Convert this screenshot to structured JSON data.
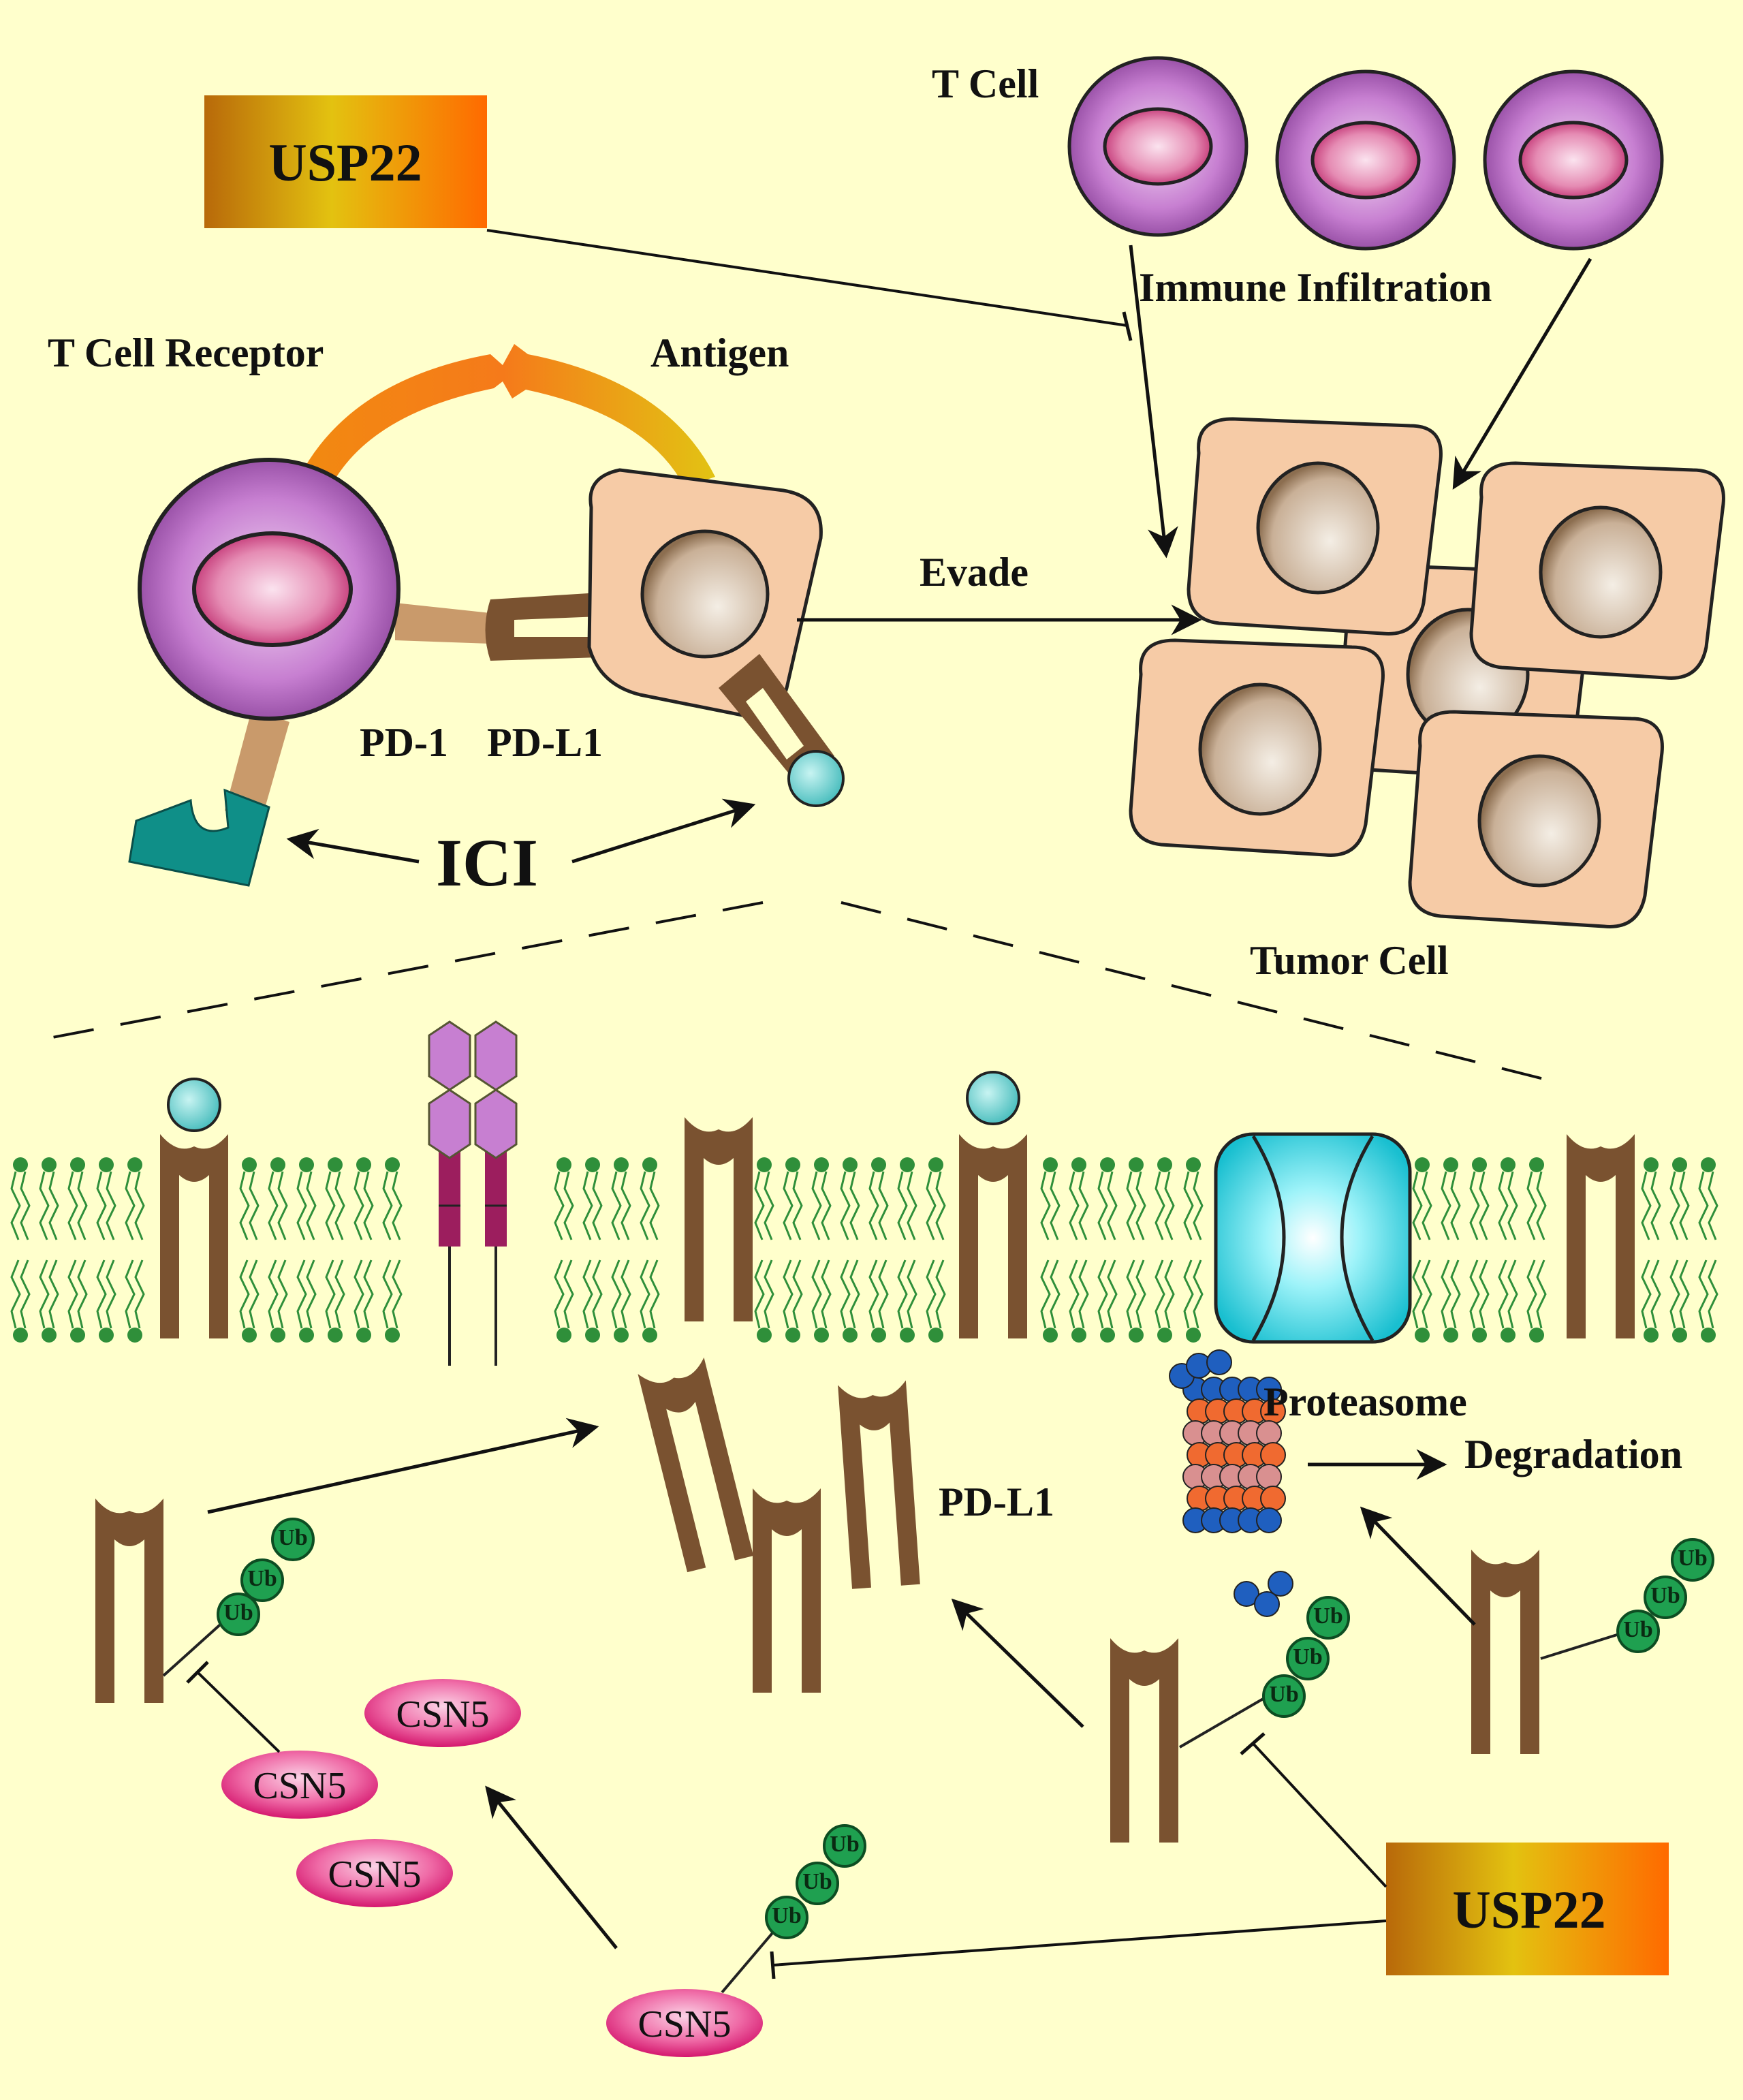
{
  "labels": {
    "t_cell": "T Cell",
    "immune_infiltration": "Immune Infiltration",
    "t_cell_receptor": "T Cell Receptor",
    "antigen": "Antigen",
    "evade": "Evade",
    "pd1": "PD-1",
    "pdl1_top": "PD-L1",
    "ici": "ICI",
    "tumor_cell": "Tumor Cell",
    "proteasome": "Proteasome",
    "degradation": "Degradation",
    "pdl1_bottom": "PD-L1",
    "usp22_top": "USP22",
    "usp22_bottom": "USP22",
    "csn5": "CSN5",
    "ub": "Ub"
  },
  "colors": {
    "background": "#ffffcc",
    "receptor_brown": "#7a5230",
    "tcell_purple": "#c77fd1",
    "tumor_peach": "#f6cba6",
    "membrane_green": "#2f8f3a",
    "ici_teal": "#0f8f88",
    "ligand_cyan": "#6fd0d0",
    "csn5_pink": "#e9428f",
    "ub_green": "#1fa050",
    "usp22_gradient": [
      "#b8690a",
      "#e3c210",
      "#ff6a00"
    ],
    "proteasome_colors": [
      "#1f5fbf",
      "#f06a30",
      "#d99090"
    ]
  },
  "icons": [
    "t-cell",
    "tumor-cell",
    "pd1-receptor",
    "pdl1-receptor",
    "ici-antibody",
    "lipid-bilayer",
    "channel",
    "proteasome",
    "ubiquitin-chain",
    "csn5"
  ]
}
